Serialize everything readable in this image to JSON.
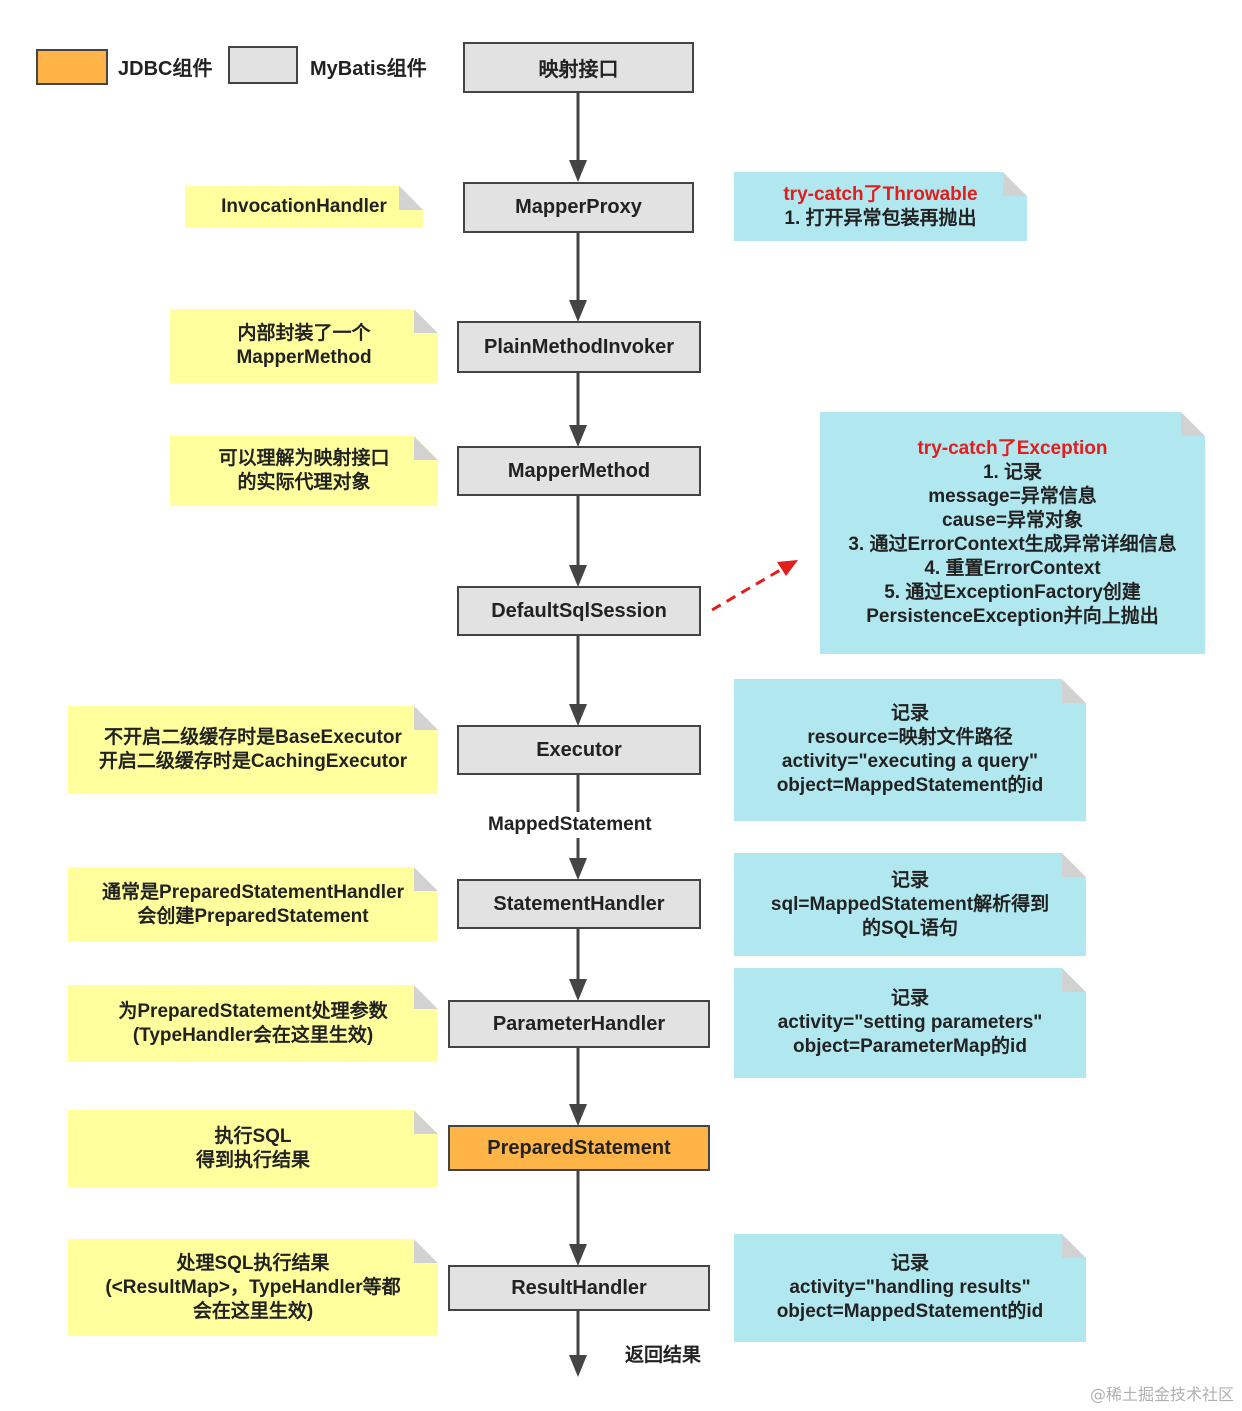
{
  "legend": {
    "jdbc_label": "JDBC组件",
    "mybatis_label": "MyBatis组件",
    "jdbc_color": "#ffb447",
    "mybatis_color": "#e2e2e2"
  },
  "nodes": {
    "mapper_interface": "映射接口",
    "mapper_proxy": "MapperProxy",
    "plain_method_invoker": "PlainMethodInvoker",
    "mapper_method": "MapperMethod",
    "default_sql_session": "DefaultSqlSession",
    "executor": "Executor",
    "statement_handler": "StatementHandler",
    "parameter_handler": "ParameterHandler",
    "prepared_statement": "PreparedStatement",
    "result_handler": "ResultHandler"
  },
  "flow_labels": {
    "mapped_statement": "MappedStatement",
    "return_result": "返回结果"
  },
  "left_notes": {
    "invocation_handler": [
      "InvocationHandler"
    ],
    "plain_method_invoker": [
      "内部封装了一个",
      "MapperMethod"
    ],
    "mapper_method": [
      "可以理解为映射接口",
      "的实际代理对象"
    ],
    "executor": [
      "不开启二级缓存时是BaseExecutor",
      "开启二级缓存时是CachingExecutor"
    ],
    "statement_handler": [
      "通常是PreparedStatementHandler",
      "会创建PreparedStatement"
    ],
    "parameter_handler": [
      "为PreparedStatement处理参数",
      "(TypeHandler会在这里生效)"
    ],
    "prepared_statement": [
      "执行SQL",
      "得到执行结果"
    ],
    "result_handler": [
      "处理SQL执行结果",
      "(<ResultMap>，TypeHandler等都",
      "会在这里生效)"
    ]
  },
  "right_notes": {
    "mapper_proxy": {
      "title": "try-catch了Throwable",
      "lines": [
        "1. 打开异常包装再抛出"
      ]
    },
    "default_sql_session": {
      "title": "try-catch了Exception",
      "lines": [
        "1. 记录",
        "message=异常信息",
        "cause=异常对象",
        "3. 通过ErrorContext生成异常详细信息",
        "4. 重置ErrorContext",
        "5. 通过ExceptionFactory创建",
        "PersistenceException并向上抛出"
      ]
    },
    "executor": {
      "lines": [
        "记录",
        "resource=映射文件路径",
        "activity=\"executing a query\"",
        "object=MappedStatement的id"
      ]
    },
    "statement_handler": {
      "lines": [
        "记录",
        "sql=MappedStatement解析得到",
        "的SQL语句"
      ]
    },
    "parameter_handler": {
      "lines": [
        "记录",
        "activity=\"setting parameters\"",
        "object=ParameterMap的id"
      ]
    },
    "result_handler": {
      "lines": [
        "记录",
        "activity=\"handling results\"",
        "object=MappedStatement的id"
      ]
    }
  },
  "watermark": "@稀土掘金技术社区",
  "colors": {
    "note_yellow": "#ffff9e",
    "note_blue": "#b1e8ef",
    "title_red": "#e31c1c",
    "dashed_arrow": "#e31c1c"
  }
}
